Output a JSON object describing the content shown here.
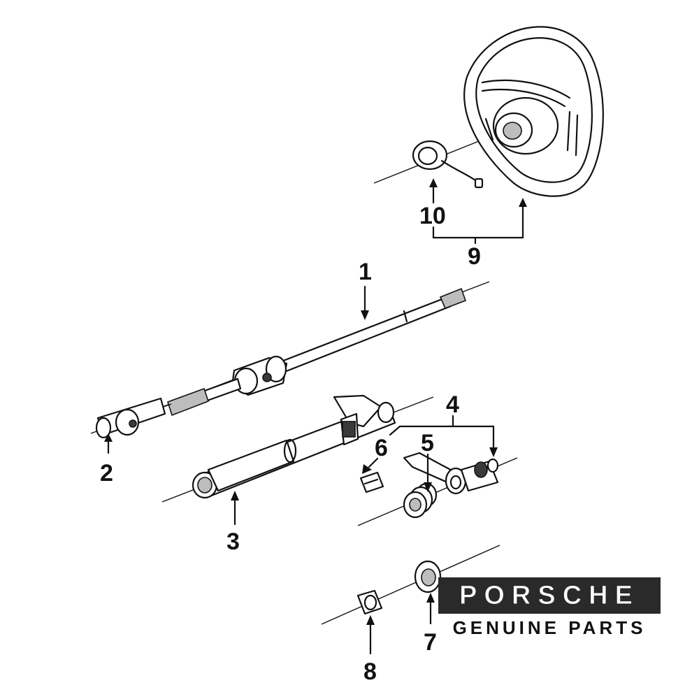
{
  "callouts": {
    "c1": "1",
    "c2": "2",
    "c3": "3",
    "c4": "4",
    "c5": "5",
    "c6": "6",
    "c7": "7",
    "c8": "8",
    "c9": "9",
    "c10": "10"
  },
  "brand": {
    "wordmark": "PORSCHE",
    "tagline": "GENUINE PARTS"
  }
}
